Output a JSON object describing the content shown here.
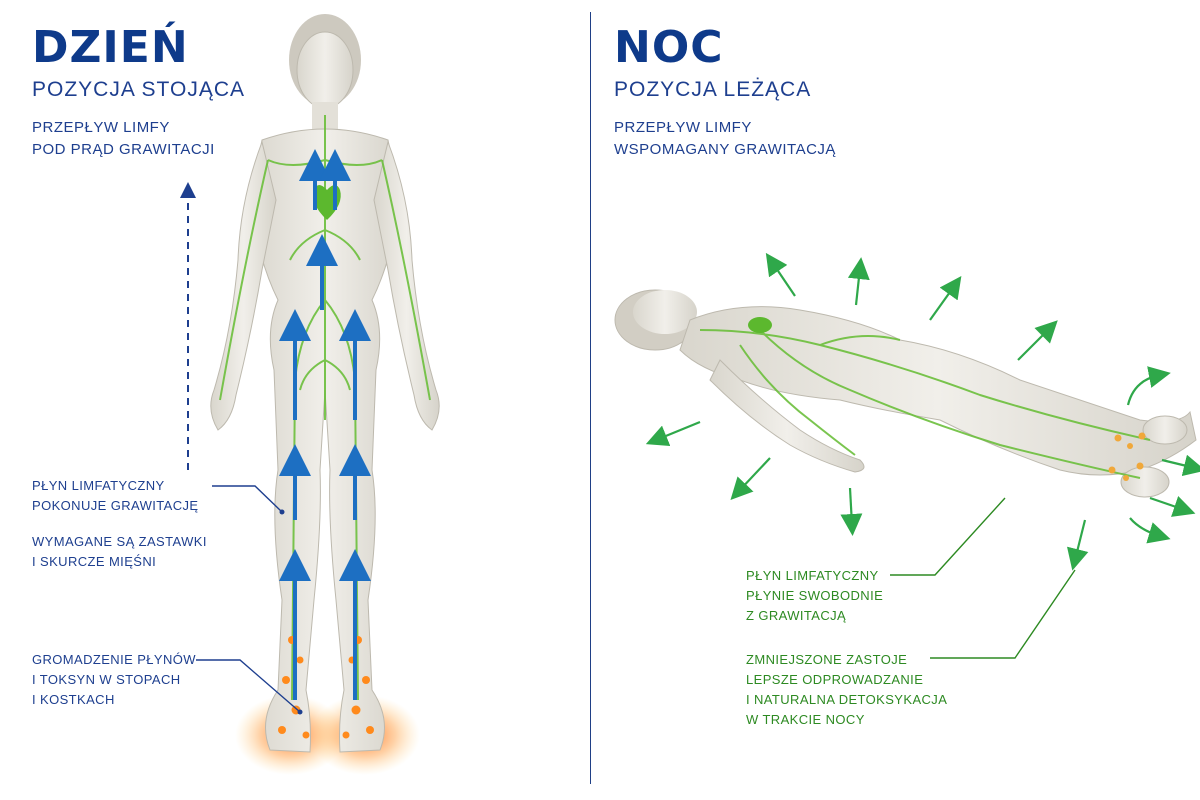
{
  "colors": {
    "day_title": "#0e3a8a",
    "day_text": "#1e3f8f",
    "night_text": "#2d8a22",
    "lymph": "#6cbf3c",
    "arrow_blue": "#1d6fc2",
    "warm": "#ff7a1a",
    "skin": "#e7e4dc"
  },
  "day": {
    "title": "DZIEŃ",
    "subtitle": "POZYCJA STOJĄCA",
    "flow_caption": [
      "PRZEPŁYW LIMFY",
      "POD PRĄD GRAWITACJI"
    ],
    "note_fluid": [
      "PŁYN LIMFATYCZNY",
      "POKONUJE GRAWITACJĘ"
    ],
    "note_valves": [
      "WYMAGANE SĄ ZASTAWKI",
      "I SKURCZE MIĘŚNI"
    ],
    "note_accumulation": [
      "GROMADZENIE PŁYNÓW",
      "I TOKSYN W STOPACH",
      "I KOSTKACH"
    ]
  },
  "night": {
    "title": "NOC",
    "subtitle": "POZYCJA LEŻĄCA",
    "flow_caption": [
      "PRZEPŁYW LIMFY",
      "WSPOMAGANY GRAWITACJĄ"
    ],
    "note_fluid": [
      "PŁYN LIMFATYCZNY",
      "PŁYNIE SWOBODNIE",
      "Z GRAWITACJĄ"
    ],
    "note_benefits": [
      "ZMNIEJSZONE ZASTOJE",
      "LEPSZE ODPROWADZANIE",
      "I NATURALNA DETOKSYKACJA",
      "W TRAKCIE NOCY"
    ]
  },
  "icons": [
    "standing-body-icon",
    "lying-body-icon",
    "heart-icon",
    "up-arrow-icon",
    "outflow-arrow-icon"
  ]
}
